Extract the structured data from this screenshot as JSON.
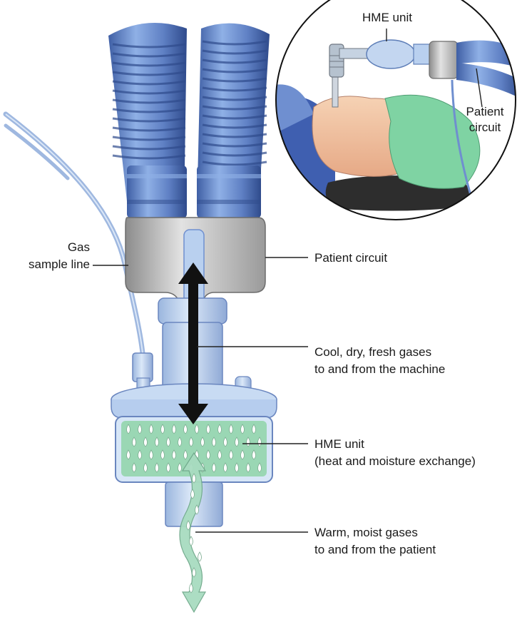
{
  "inset": {
    "hme_label": "HME unit",
    "circuit_label_line1": "Patient",
    "circuit_label_line2": "circuit"
  },
  "labels": {
    "gas_sample_line1": "Gas",
    "gas_sample_line2": "sample line",
    "patient_circuit": "Patient circuit",
    "cool_gases_line1": "Cool, dry, fresh gases",
    "cool_gases_line2": "to and from the machine",
    "hme_line1": "HME unit",
    "hme_line2": "(heat and moisture exchange)",
    "warm_gases_line1": "Warm, moist gases",
    "warm_gases_line2": "to and from the patient"
  },
  "colors": {
    "tube_blue": "#6f8fcf",
    "tube_dark": "#3f5fa5",
    "plastic_light": "#b9d0ef",
    "connector_grey": "#bfbfbf",
    "moisture_green": "#8fd3a8",
    "arrow_black": "#111111",
    "cap_green": "#7fd3a3",
    "skin": "#f3c7a5"
  }
}
